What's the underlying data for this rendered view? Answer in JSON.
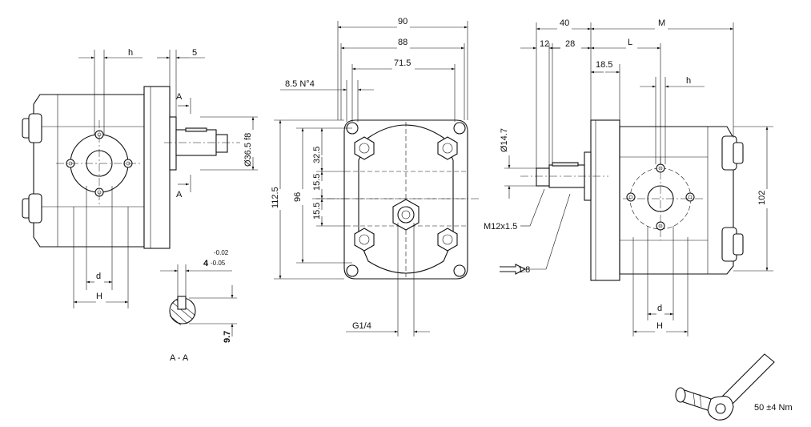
{
  "left_view": {
    "dim_h": "h",
    "dim_5": "5",
    "section_mark_top": "A",
    "section_mark_bottom": "A",
    "dim_spigot": "Ø36.5 f8",
    "dim_d": "d",
    "dim_H": "H"
  },
  "section_view": {
    "tol_upper": "-0.02",
    "dim_key_width": "4",
    "tol_lower": "-0.05",
    "dim_key_height": "9.7",
    "caption": "A - A"
  },
  "front_view": {
    "dim_90": "90",
    "dim_88": "88",
    "dim_71_5": "71.5",
    "dim_holes": "8.5 N°4",
    "dim_112_5": "112.5",
    "dim_96": "96",
    "dim_32_5": "32.5",
    "dim_15_5_top": "15.5",
    "dim_15_5_bottom": "15.5",
    "port_label": "G1/4"
  },
  "side_view": {
    "dim_40": "40",
    "dim_M": "M",
    "dim_12": "12",
    "dim_28": "28",
    "dim_L": "L",
    "dim_18_5": "18.5",
    "dim_h": "h",
    "dim_shaft": "Ø14.7",
    "thread_label": "M12x1.5",
    "taper_label": "1:8",
    "dim_102": "102",
    "dim_d": "d",
    "dim_H": "H"
  },
  "torque": {
    "label": "50 ±4 Nm"
  }
}
